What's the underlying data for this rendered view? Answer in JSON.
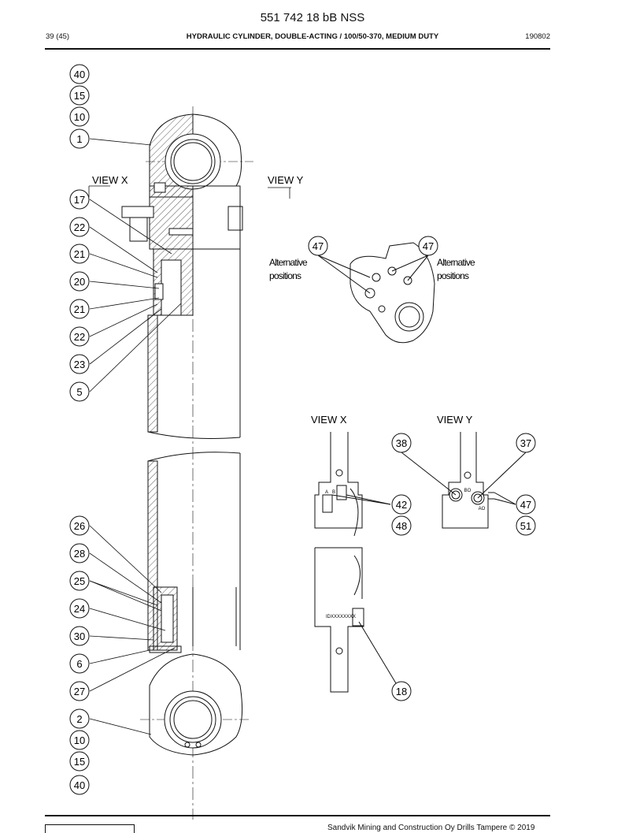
{
  "header": {
    "doc_number": "551 742 18 bB NSS",
    "page": "39 (45)",
    "title": "HYDRAULIC CYLINDER, DOUBLE-ACTING / 100/50-370, MEDIUM DUTY",
    "date_code": "190802"
  },
  "drawing": {
    "view_x_top": "VIEW X",
    "view_y_top": "VIEW Y",
    "alt_left_1": "Alternative",
    "alt_left_2": "positions",
    "alt_right_1": "Alternative",
    "alt_right_2": "positions",
    "view_x_detail": "VIEW X",
    "view_y_detail": "VIEW Y",
    "serial_plate": "IDXXXXXXXX",
    "port_a": "A",
    "port_b": "B",
    "port_bo": "BO",
    "port_ao": "AO",
    "callouts_left": [
      "40",
      "15",
      "10",
      "1",
      "17",
      "22",
      "21",
      "20",
      "21",
      "22",
      "23",
      "5",
      "26",
      "28",
      "25",
      "24",
      "30",
      "6",
      "27",
      "2",
      "10",
      "15",
      "40"
    ],
    "callout_47a": "47",
    "callout_47b": "47",
    "callout_38": "38",
    "callout_37": "37",
    "callout_42": "42",
    "callout_48": "48",
    "callout_47c": "47",
    "callout_51": "51",
    "callout_18": "18"
  },
  "footer": {
    "copyright": "Sandvik Mining and Construction Oy Drills Tampere © 2019"
  }
}
